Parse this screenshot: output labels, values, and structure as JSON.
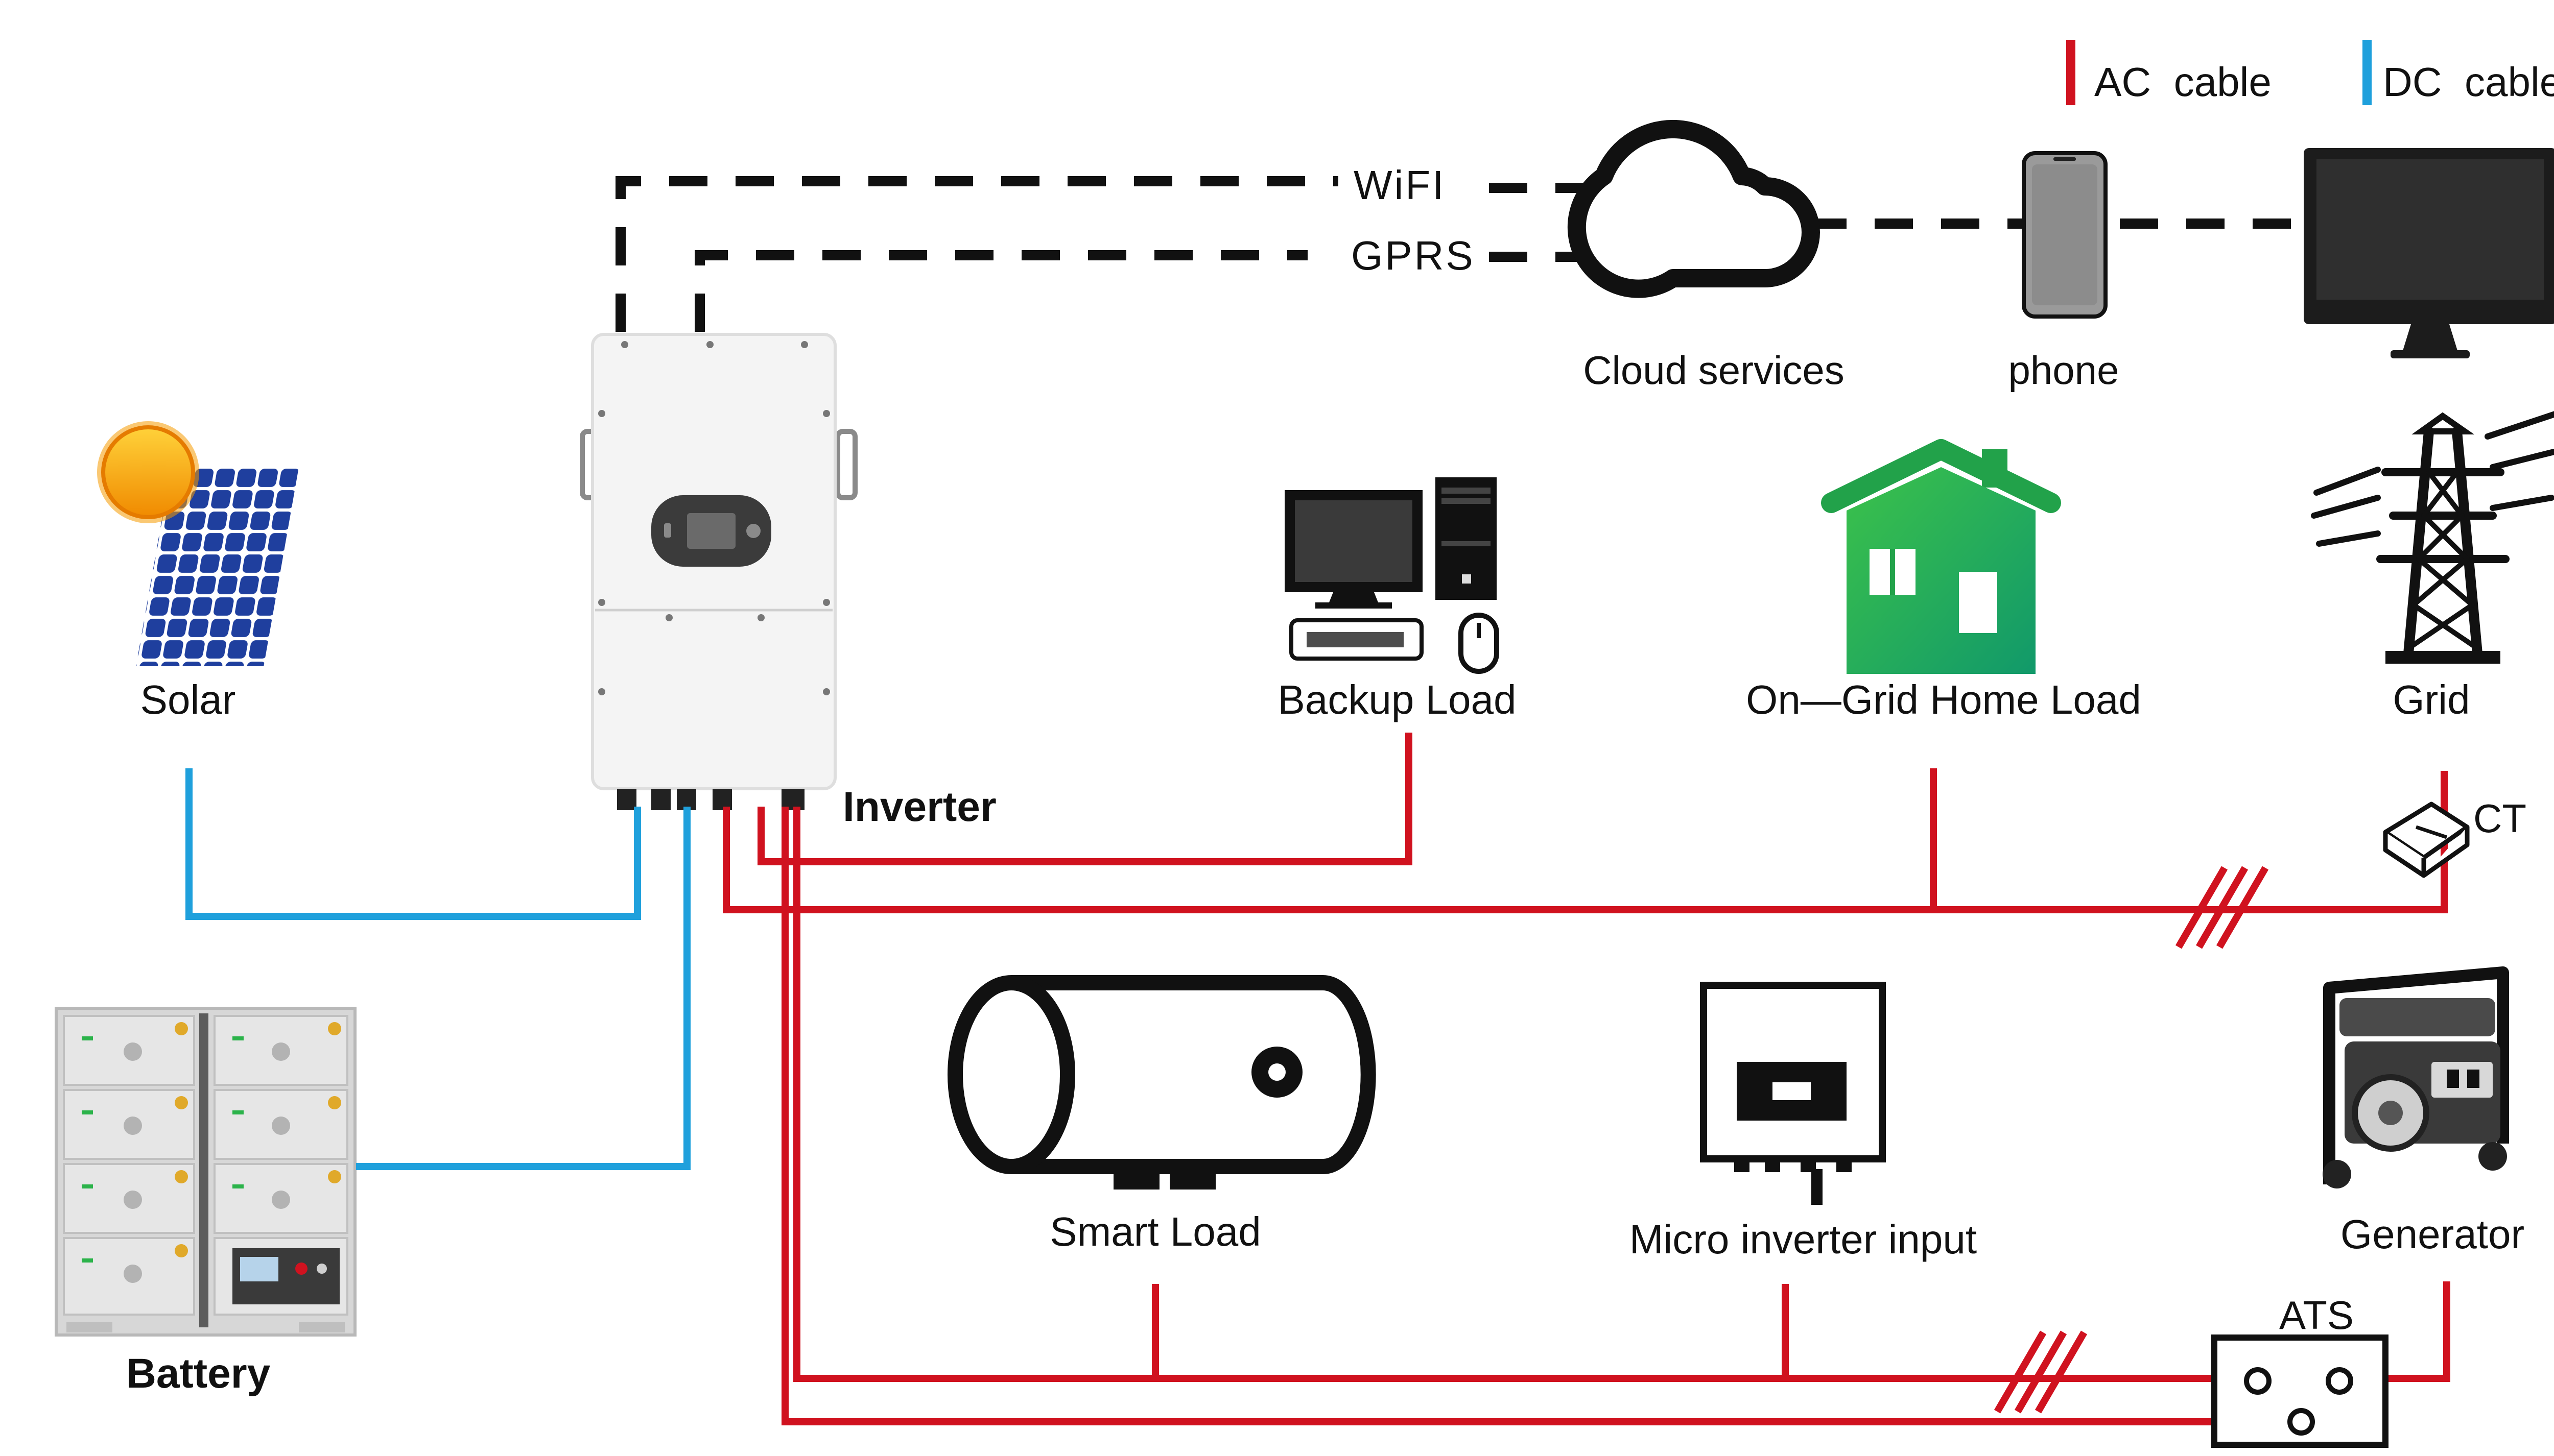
{
  "legend": {
    "ac_label": "AC  cable",
    "dc_label": "DC  cable",
    "ac_color": "#d0121f",
    "dc_color": "#1fa0dc"
  },
  "links": {
    "wifi": "WiFI",
    "gprs": "GPRS"
  },
  "nodes": {
    "cloud": "Cloud services",
    "phone": "phone",
    "solar": "Solar",
    "inverter": "Inverter",
    "backup_load": "Backup Load",
    "home_load": "On—Grid Home Load",
    "grid": "Grid",
    "ct": "CT",
    "battery": "Battery",
    "smart_load": "Smart Load",
    "micro_inverter": "Micro inverter input",
    "generator": "Generator",
    "ats": "ATS"
  },
  "icons": {
    "solar": "solar-panel-icon",
    "inverter": "inverter-icon",
    "battery": "battery-rack-icon",
    "cloud": "cloud-icon",
    "phone": "smartphone-icon",
    "monitor": "monitor-icon",
    "backup_load": "desktop-computer-icon",
    "home_load": "house-icon",
    "grid": "transmission-tower-icon",
    "ct": "current-transformer-icon",
    "smart_load": "water-heater-icon",
    "micro_inverter": "micro-inverter-icon",
    "generator": "generator-icon",
    "ats": "transfer-switch-icon"
  },
  "colors": {
    "link_dashed": "#111111",
    "house_green": "#22a24a"
  }
}
